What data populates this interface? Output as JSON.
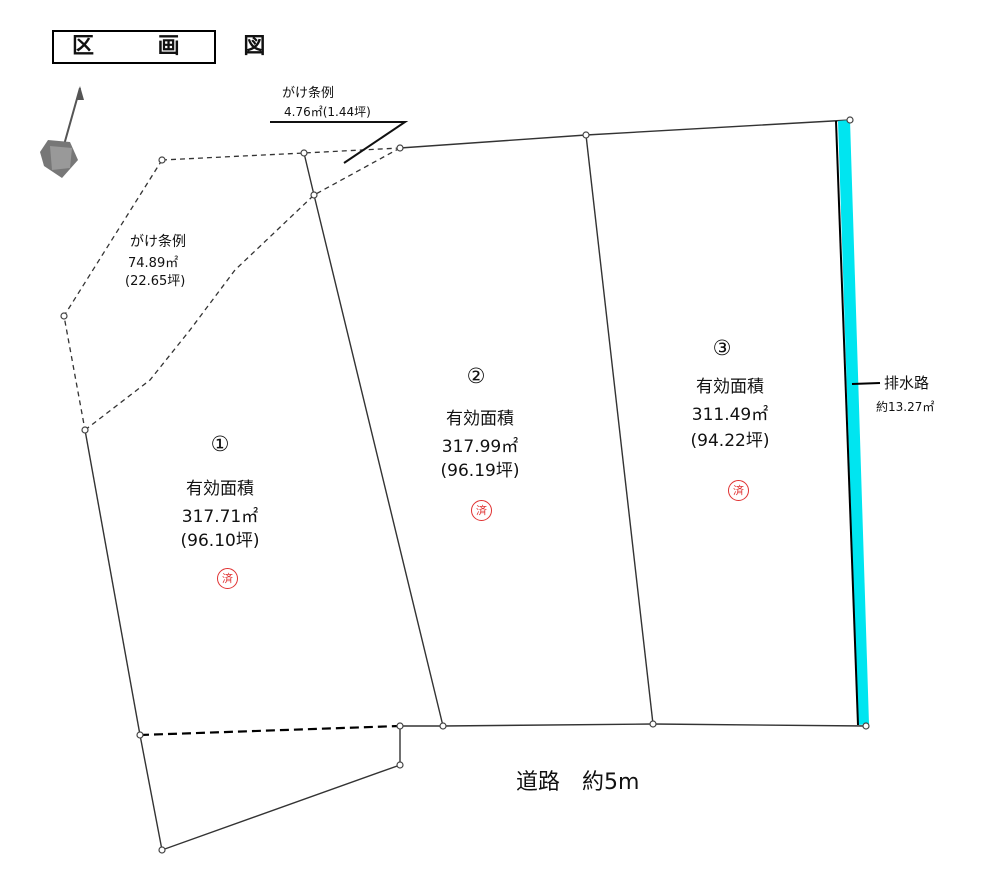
{
  "title": "区 画 図",
  "cliff_small": {
    "label": "がけ条例",
    "area": "4.76㎡(1.44坪)"
  },
  "cliff_large": {
    "label": "がけ条例",
    "area": "74.89㎡",
    "tsubo": "(22.65坪)"
  },
  "lots": [
    {
      "number": "①",
      "label": "有効面積",
      "area": "317.71㎡",
      "tsubo": "(96.10坪)",
      "stamp": "済"
    },
    {
      "number": "②",
      "label": "有効面積",
      "area": "317.99㎡",
      "tsubo": "(96.19坪)",
      "stamp": "済"
    },
    {
      "number": "③",
      "label": "有効面積",
      "area": "311.49㎡",
      "tsubo": "(94.22坪)",
      "stamp": "済"
    }
  ],
  "drain": {
    "label": "排水路",
    "area": "約13.27㎡",
    "color": "#00e5f0"
  },
  "road": {
    "label": "道路　約5m"
  },
  "colors": {
    "stamp": "#e03131",
    "line": "#333333"
  },
  "icons": {
    "north": "compass-icon"
  }
}
